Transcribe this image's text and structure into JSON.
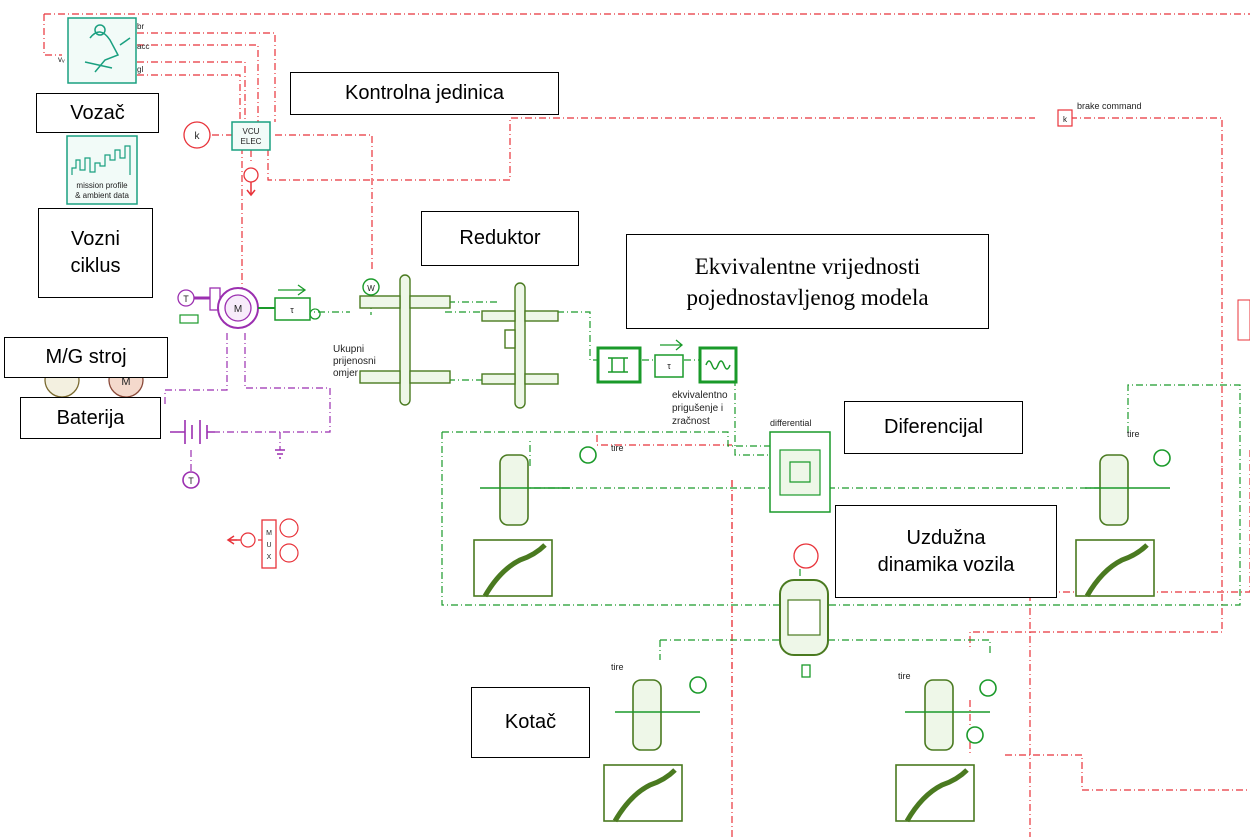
{
  "labels": {
    "vozac": "Vozač",
    "kontrolna_jedinica": "Kontrolna jedinica",
    "vozni_ciklus": "Vozni\nciklus",
    "reduktor": "Reduktor",
    "ekvivalentne": "Ekvivalentne vrijednosti\npojednostavljenog modela",
    "mg_stroj": "M/G stroj",
    "baterija": "Baterija",
    "diferencijal": "Diferencijal",
    "uzduzna": "Uzdužna\ndinamika vozila",
    "kotac": "Kotač"
  },
  "wire_labels": {
    "brake_command": "brake command",
    "differential": "differential",
    "tire": "tire"
  },
  "annotations": {
    "ratio_1": "Ukupni",
    "ratio_2": "prijenosni",
    "ratio_3": "omjer",
    "damping_1": "ekvivalentno",
    "damping_2": "prigušenje i",
    "damping_3": "zračnost"
  },
  "block_texts": {
    "mission_1": "mission profile",
    "mission_2": "& ambient data",
    "vcu_1": "VCU",
    "vcu_2": "ELEC",
    "k": "k",
    "t": "T",
    "m": "M",
    "w": "W",
    "tau": "τ",
    "mux_1": "M",
    "mux_2": "U",
    "mux_3": "X"
  },
  "driver_ports": [
    "br",
    "acc",
    "gl",
    "vᵥ"
  ],
  "colors": {
    "signal": "#e8333a",
    "mechanical": "#1a9a2a",
    "electrical": "#9b2fb0",
    "driver": "#1aa080",
    "component": "#4a7a20"
  }
}
